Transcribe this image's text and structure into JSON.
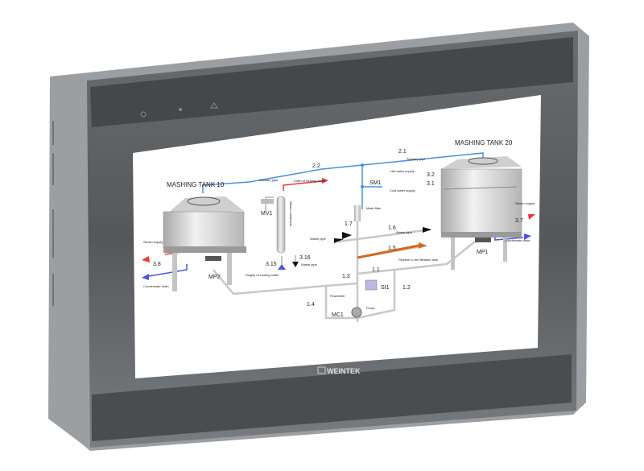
{
  "device": {
    "brand": "WEINTEK",
    "indicators": [
      "power-icon",
      "status-icon",
      "network-icon"
    ]
  },
  "diagram": {
    "tank_left": {
      "title": "MASHING TANK 10",
      "motor": "MP2",
      "valve": "3.8",
      "steam": "Steam supply",
      "drain": "Condensate drain"
    },
    "tank_right": {
      "title": "MASHING TANK 20",
      "motor": "MP1",
      "valve": "3.7",
      "steam": "Steam supply",
      "drain": "Condensate drain"
    },
    "labels": {
      "sanitary_left": "Sanitary pipe",
      "sanitary_right": "Sanitary pipe",
      "steam_heat": "Drain of heating water",
      "mv1": "MV1",
      "condenser": "Steam condenser",
      "v22": "2.2",
      "v21": "2.1",
      "sm1": "SM1",
      "hot": "Hot water supply",
      "cold": "Cold water supply",
      "v32": "3.2",
      "v31": "3.1",
      "filter": "Mash filter",
      "waste1": "Waste pipe",
      "waste2": "Waste pipe",
      "waste3": "Waste pipe",
      "v315": "3.15",
      "v316": "3.16",
      "cooling": "Supply of cooling water",
      "v17": "1.7",
      "v16": "1.6",
      "v15": "1.5",
      "pipeline": "Pipeline to the filtration tank",
      "v11": "1.1",
      "v13": "1.3",
      "v12": "1.2",
      "v14": "1.4",
      "si1": "SI1",
      "flowmeter": "Flowmeter",
      "pump": "Pump",
      "mc1": "MC1"
    },
    "colors": {
      "water": "#4a90e2",
      "steam": "#e53935",
      "drain": "#4b55e0",
      "product": "#d2691e",
      "pipe": "#c8c8c8"
    }
  }
}
